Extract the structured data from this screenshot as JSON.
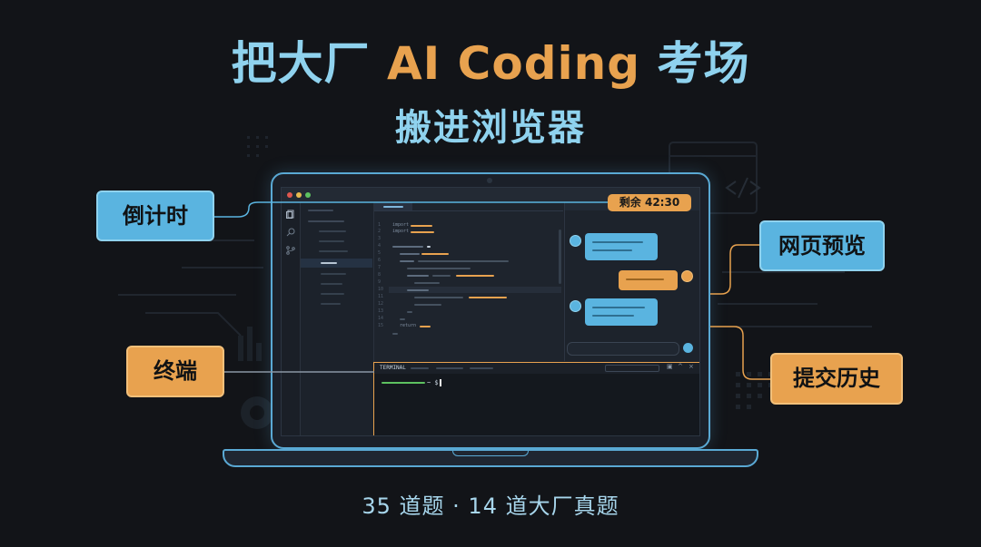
{
  "colors": {
    "accent_blue": "#5ab4e0",
    "accent_orange": "#e8a24f",
    "title_blue": "#8fd2ee",
    "background": "#121418"
  },
  "header": {
    "title_prefix": "把大厂 ",
    "title_accent": "AI Coding",
    "title_suffix": " 考场",
    "subtitle": "搬进浏览器"
  },
  "footer": {
    "stats": "35 道题 · 14 道大厂真题"
  },
  "callouts": {
    "timer_label": "倒计时",
    "terminal_label": "终端",
    "preview_label": "网页预览",
    "history_label": "提交历史"
  },
  "laptop": {
    "timer": "剩余 42:30",
    "terminal_tab": "TERMINAL",
    "terminal_prompt": "~ $",
    "activity_icons": [
      "files-icon",
      "search-icon",
      "branch-icon"
    ],
    "editor_line_numbers": [
      "1",
      "2",
      "3",
      "4",
      "5",
      "6",
      "7",
      "8",
      "9",
      "10",
      "11",
      "12",
      "13",
      "14",
      "15"
    ],
    "editor_keywords": {
      "line1": "import",
      "line2": "import",
      "line14": "return"
    }
  }
}
